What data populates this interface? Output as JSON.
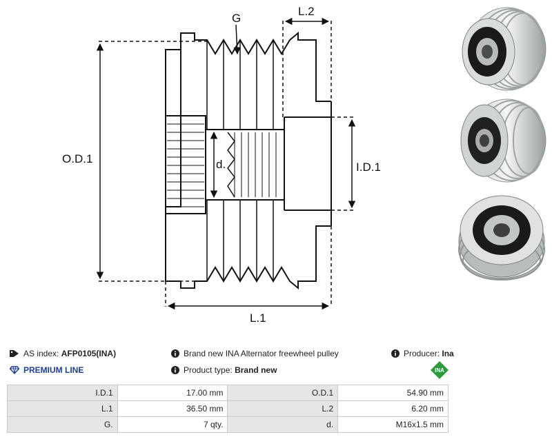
{
  "diagram": {
    "labels": {
      "g": "G",
      "l2": "L.2",
      "od1": "O.D.1",
      "d": "d.",
      "id1": "I.D.1",
      "l1": "L.1"
    }
  },
  "photos": [
    {
      "icon": "pulley-front-photo"
    },
    {
      "icon": "pulley-side-photo"
    },
    {
      "icon": "pulley-rear-photo"
    }
  ],
  "info": {
    "as_index_label": "AS index:",
    "as_index_value": "AFP0105(INA)",
    "description": "Brand new INA Alternator freewheel pulley",
    "producer_label": "Producer:",
    "producer_value": "Ina",
    "premium_label": "PREMIUM LINE",
    "product_type_label": "Product type:",
    "product_type_value": "Brand new",
    "brand_logo_text": "INA",
    "colors": {
      "premium": "#1d3f8f",
      "brand_green": "#2e9a3e"
    }
  },
  "specs": [
    [
      "I.D.1",
      "17.00 mm",
      "O.D.1",
      "54.90 mm"
    ],
    [
      "L.1",
      "36.50 mm",
      "L.2",
      "6.20 mm"
    ],
    [
      "G.",
      "7 qty.",
      "d.",
      "M16x1.5 mm"
    ]
  ]
}
